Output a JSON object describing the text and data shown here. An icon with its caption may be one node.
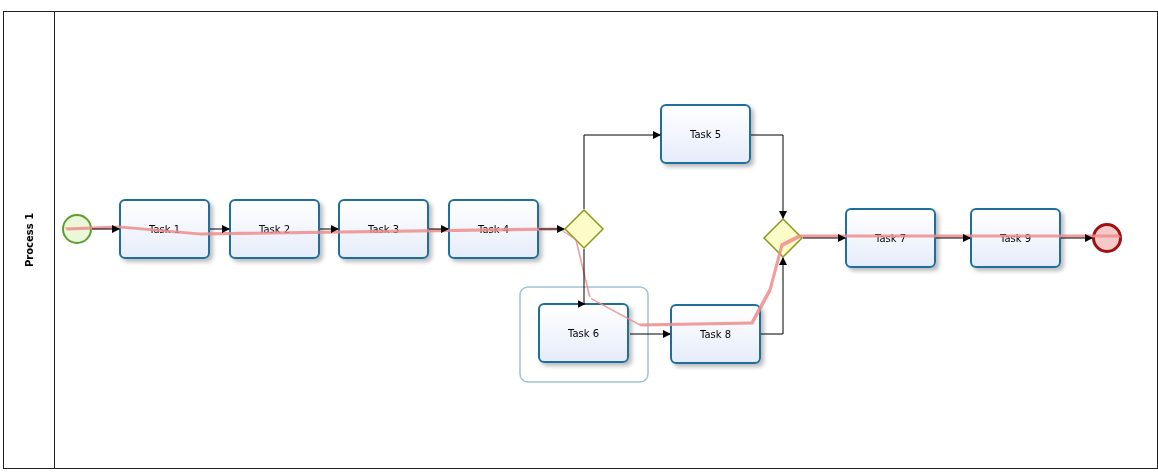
{
  "diagram": {
    "nodes": [
      {
        "text": [
          "Process 1"
        ]
      },
      {
        "text": [],
        "shape": "circle",
        "in": 0
      },
      {
        "text": [
          "Task 1"
        ],
        "in": 0
      },
      {
        "text": [
          "Task 2"
        ],
        "in": 0
      },
      {
        "text": [
          "Task 3"
        ],
        "in": 0
      },
      {
        "text": [
          "Task 4"
        ],
        "in": 0
      },
      {
        "text": [],
        "shape": "diamond",
        "in": 0
      },
      {
        "text": [
          "Task 5"
        ],
        "in": 0
      },
      {
        "text": [],
        "shape": "box",
        "in": 0
      },
      {
        "text": [
          "Task 6"
        ],
        "in": 8
      },
      {
        "text": [
          "Task 8"
        ],
        "in": 0
      },
      {
        "text": [],
        "shape": "diamond",
        "in": 0
      },
      {
        "text": [
          "Task 7"
        ],
        "in": 0
      },
      {
        "text": [
          "Task 9"
        ],
        "in": 0
      },
      {
        "text": [],
        "shape": "circle",
        "in": 0
      }
    ],
    "edges": [
      {
        "from": 1,
        "to": 2,
        "arrow": "to"
      },
      {
        "from": 2,
        "to": 3,
        "arrow": "to"
      },
      {
        "from": 3,
        "to": 4,
        "arrow": "to"
      },
      {
        "from": 4,
        "to": 5,
        "arrow": "to"
      },
      {
        "from": 5,
        "to": 6,
        "arrow": "to"
      },
      {
        "from": 6,
        "to": 7,
        "arrow": "to"
      },
      {
        "from": 6,
        "to": 9,
        "arrow": "to"
      },
      {
        "from": 9,
        "to": 10,
        "arrow": "to"
      },
      {
        "from": 7,
        "to": 11,
        "arrow": "to"
      },
      {
        "from": 10,
        "to": 11,
        "arrow": "to"
      },
      {
        "from": 11,
        "to": 12,
        "arrow": "to"
      },
      {
        "from": 12,
        "to": 13,
        "arrow": "to"
      },
      {
        "from": 13,
        "to": 14,
        "arrow": "to"
      }
    ]
  }
}
